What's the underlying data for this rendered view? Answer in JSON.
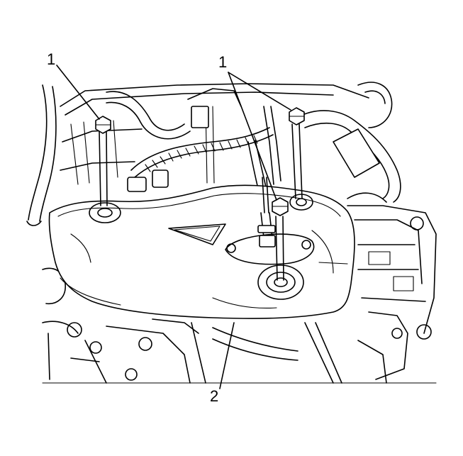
{
  "callouts": {
    "nut_left": "1",
    "nut_right": "1",
    "heat_shield": "2"
  }
}
